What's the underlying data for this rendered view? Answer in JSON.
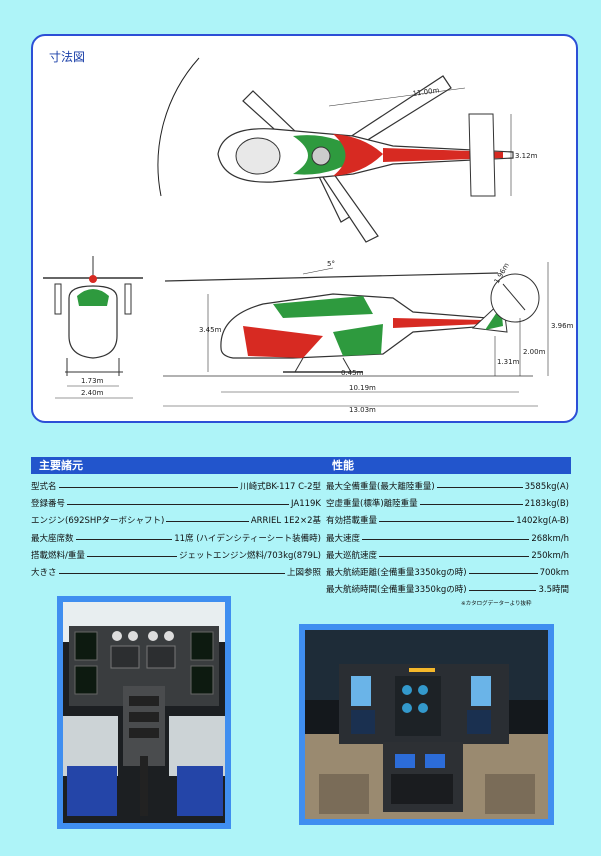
{
  "diagram": {
    "title": "寸法図",
    "dims": {
      "rotor_diameter": "11.00m",
      "tail_height_top": "3.12m",
      "front_width_173": "1.73m",
      "front_width_240": "2.40m",
      "rotor_tilt": "5°",
      "tail_rotor_dia": "1.96m",
      "height_345": "3.45m",
      "height_396": "3.96m",
      "height_200": "2.00m",
      "height_131": "1.31m",
      "ground_045": "0.45m",
      "fuselage_length": "10.19m",
      "overall_length": "13.03m"
    }
  },
  "colors": {
    "accent": "#2255cc",
    "background": "#aef4f8",
    "livery_green": "#2e9a3e",
    "livery_red": "#d72a22"
  },
  "specs_left": {
    "title": "主要諸元",
    "rows": [
      {
        "label": "型式名",
        "value": "川崎式BK-117 C-2型"
      },
      {
        "label": "登録番号",
        "value": "JA119K"
      },
      {
        "label": "エンジン(692SHPターボシャフト)",
        "value": "ARRIEL 1E2×2基"
      },
      {
        "label": "最大座席数",
        "value": "11席 (ハイデンシティーシート装備時)"
      },
      {
        "label": "搭載燃料/重量",
        "value": "ジェットエンジン燃料/703kg(879L)"
      },
      {
        "label": "大きさ",
        "value": "上図参照"
      }
    ]
  },
  "specs_right": {
    "title": "性能",
    "rows": [
      {
        "label": "最大全備重量(最大離陸重量)",
        "value": "3585kg(A)"
      },
      {
        "label": "空虚重量(標準)離陸重量",
        "value": "2183kg(B)"
      },
      {
        "label": "有効搭載重量",
        "value": "1402kg(A-B)"
      },
      {
        "label": "最大速度",
        "value": "268km/h"
      },
      {
        "label": "最大巡航速度",
        "value": "250km/h"
      },
      {
        "label": "最大航続距離(全備重量3350kgの時)",
        "value": "700km"
      },
      {
        "label": "最大航続時間(全備重量3350kgの時)",
        "value": "3.5時間"
      }
    ],
    "note": "※カタログデーターより抜粋"
  }
}
